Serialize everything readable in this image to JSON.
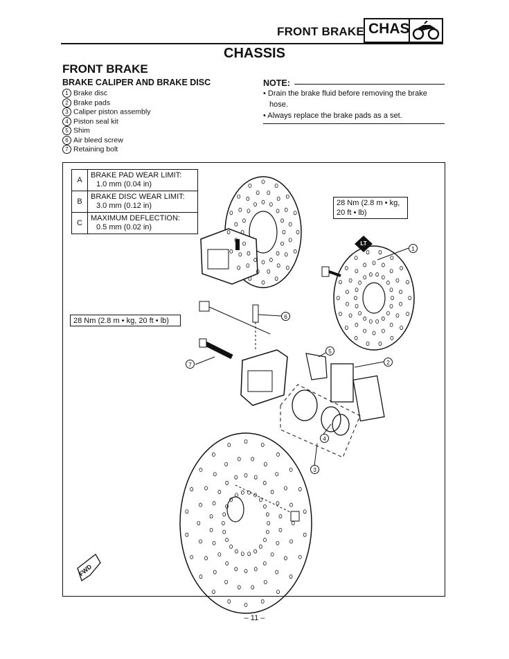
{
  "header": {
    "section": "FRONT BRAKE",
    "badge": "CHAS"
  },
  "page_title": "CHASSIS",
  "section_title": "FRONT BRAKE",
  "subtitle": "BRAKE CALIPER AND BRAKE DISC",
  "parts": [
    {
      "num": "1",
      "label": "Brake disc"
    },
    {
      "num": "2",
      "label": "Brake pads"
    },
    {
      "num": "3",
      "label": "Caliper piston assembly"
    },
    {
      "num": "4",
      "label": "Piston seal kit"
    },
    {
      "num": "5",
      "label": "Shim"
    },
    {
      "num": "6",
      "label": "Air bleed screw"
    },
    {
      "num": "7",
      "label": "Retaining bolt"
    }
  ],
  "note": {
    "label": "NOTE:",
    "items": [
      "• Drain the brake fluid before removing the brake",
      "hose.",
      "• Always replace the brake pads as a set."
    ]
  },
  "spec_table": [
    {
      "key": "A",
      "line1": "BRAKE PAD WEAR LIMIT:",
      "line2": "1.0 mm (0.04 in)"
    },
    {
      "key": "B",
      "line1": "BRAKE DISC WEAR LIMIT:",
      "line2": "3.0 mm (0.12 in)"
    },
    {
      "key": "C",
      "line1": "MAXIMUM DEFLECTION:",
      "line2": "0.5 mm (0.02 in)"
    }
  ],
  "torque_top": {
    "line1": "28 Nm (2.8 m • kg,",
    "line2": "20 ft • lb)"
  },
  "torque_left": "28 Nm (2.8 m • kg, 20 ft • lb)",
  "lt_label": "LT",
  "fwd_label": "FWD",
  "callouts": [
    "1",
    "2",
    "3",
    "4",
    "5",
    "6",
    "7"
  ],
  "page_number": "– 11 –"
}
